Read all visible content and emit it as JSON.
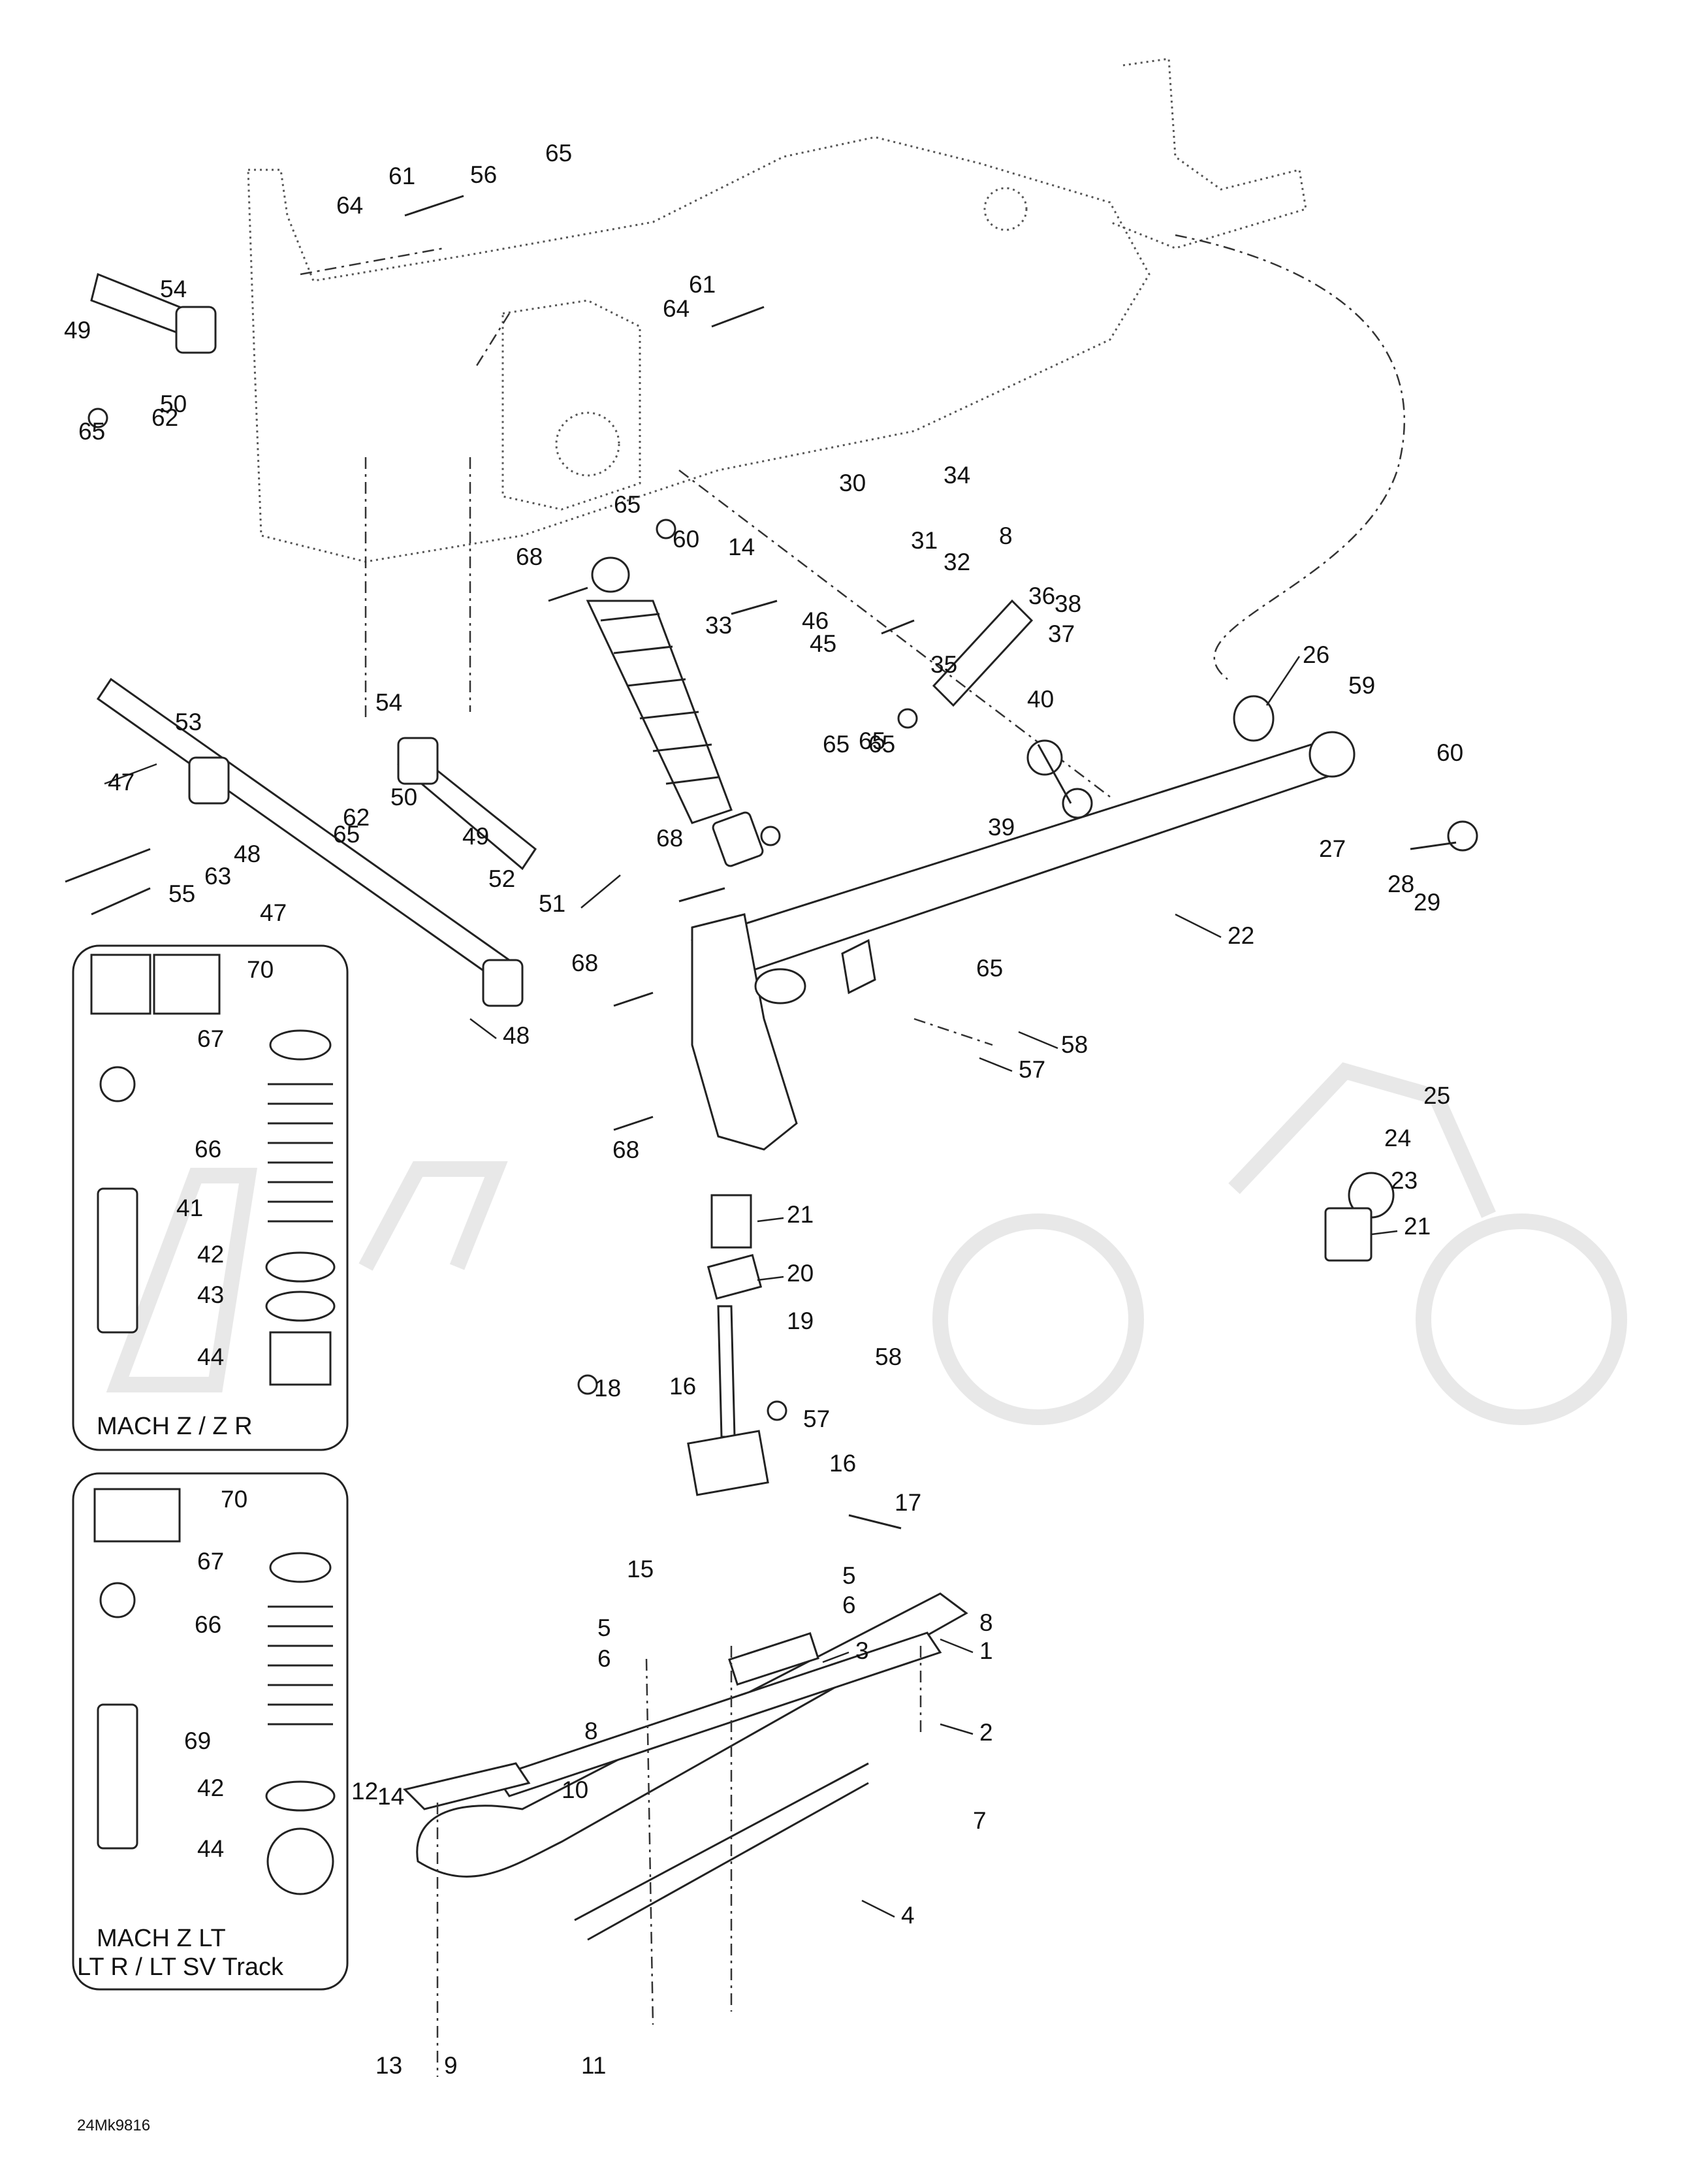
{
  "diagram": {
    "reference_code": "24Mk9816",
    "watermark": "",
    "callouts": [
      {
        "label": "1"
      },
      {
        "label": "2"
      },
      {
        "label": "3"
      },
      {
        "label": "4"
      },
      {
        "label": "5"
      },
      {
        "label": "5"
      },
      {
        "label": "6"
      },
      {
        "label": "6"
      },
      {
        "label": "7"
      },
      {
        "label": "8"
      },
      {
        "label": "8"
      },
      {
        "label": "8"
      },
      {
        "label": "9"
      },
      {
        "label": "10"
      },
      {
        "label": "11"
      },
      {
        "label": "12"
      },
      {
        "label": "13"
      },
      {
        "label": "14"
      },
      {
        "label": "14"
      },
      {
        "label": "15"
      },
      {
        "label": "16"
      },
      {
        "label": "16"
      },
      {
        "label": "17"
      },
      {
        "label": "18"
      },
      {
        "label": "19"
      },
      {
        "label": "20"
      },
      {
        "label": "21"
      },
      {
        "label": "21"
      },
      {
        "label": "22"
      },
      {
        "label": "23"
      },
      {
        "label": "24"
      },
      {
        "label": "25"
      },
      {
        "label": "26"
      },
      {
        "label": "27"
      },
      {
        "label": "28"
      },
      {
        "label": "29"
      },
      {
        "label": "30"
      },
      {
        "label": "31"
      },
      {
        "label": "32"
      },
      {
        "label": "33"
      },
      {
        "label": "34"
      },
      {
        "label": "35"
      },
      {
        "label": "36"
      },
      {
        "label": "37"
      },
      {
        "label": "38"
      },
      {
        "label": "39"
      },
      {
        "label": "40"
      },
      {
        "label": "45"
      },
      {
        "label": "46"
      },
      {
        "label": "47"
      },
      {
        "label": "47"
      },
      {
        "label": "48"
      },
      {
        "label": "48"
      },
      {
        "label": "49"
      },
      {
        "label": "49"
      },
      {
        "label": "50"
      },
      {
        "label": "50"
      },
      {
        "label": "51"
      },
      {
        "label": "52"
      },
      {
        "label": "53"
      },
      {
        "label": "54"
      },
      {
        "label": "54"
      },
      {
        "label": "55"
      },
      {
        "label": "56"
      },
      {
        "label": "57"
      },
      {
        "label": "57"
      },
      {
        "label": "58"
      },
      {
        "label": "58"
      },
      {
        "label": "59"
      },
      {
        "label": "60"
      },
      {
        "label": "60"
      },
      {
        "label": "61"
      },
      {
        "label": "61"
      },
      {
        "label": "62"
      },
      {
        "label": "62"
      },
      {
        "label": "63"
      },
      {
        "label": "64"
      },
      {
        "label": "64"
      },
      {
        "label": "65"
      },
      {
        "label": "65"
      },
      {
        "label": "65"
      },
      {
        "label": "65"
      },
      {
        "label": "65"
      },
      {
        "label": "65"
      },
      {
        "label": "65"
      },
      {
        "label": "65"
      },
      {
        "label": "68"
      },
      {
        "label": "68"
      },
      {
        "label": "68"
      },
      {
        "label": "68"
      }
    ],
    "insets": [
      {
        "title_lines": [
          "MACH Z / Z R"
        ],
        "callouts": [
          {
            "label": "70"
          },
          {
            "label": "67"
          },
          {
            "label": "66"
          },
          {
            "label": "41"
          },
          {
            "label": "42"
          },
          {
            "label": "43"
          },
          {
            "label": "44"
          }
        ]
      },
      {
        "title_lines": [
          "MACH Z LT",
          "LT R / LT SV Track"
        ],
        "callouts": [
          {
            "label": "70"
          },
          {
            "label": "67"
          },
          {
            "label": "66"
          },
          {
            "label": "69"
          },
          {
            "label": "42"
          },
          {
            "label": "44"
          }
        ]
      }
    ]
  },
  "colors": {
    "line": "#222222",
    "background": "#ffffff",
    "watermark": "#e6e6e6"
  }
}
